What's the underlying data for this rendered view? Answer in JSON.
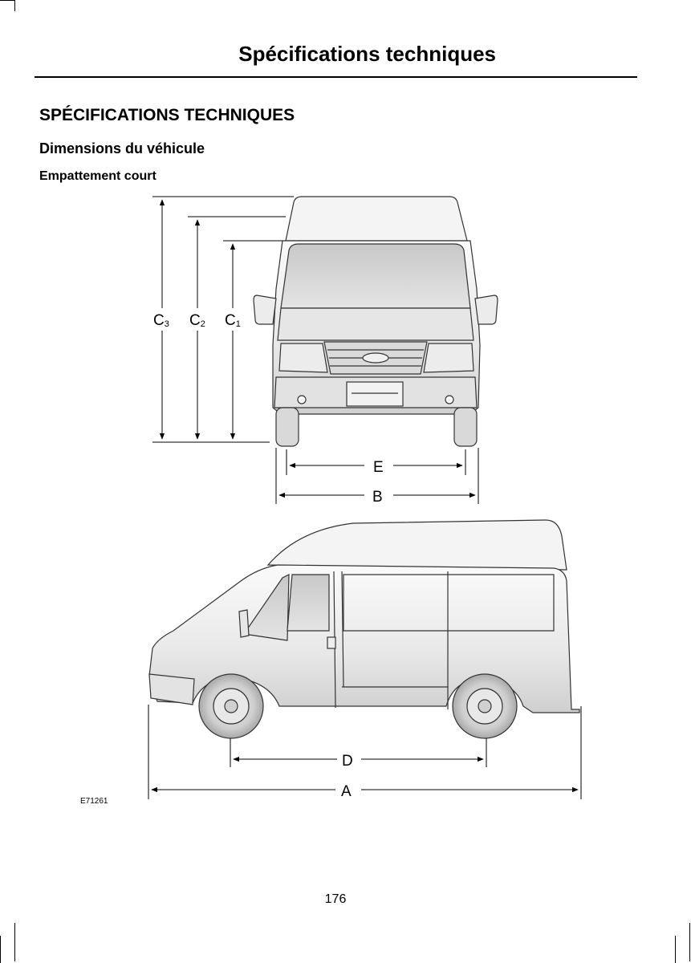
{
  "header": {
    "title": "Spécifications techniques"
  },
  "section": {
    "title": "SPÉCIFICATIONS TECHNIQUES",
    "subtitle": "Dimensions du véhicule",
    "subsubtitle": "Empattement court"
  },
  "figure": {
    "code": "E71261",
    "labels": {
      "c3": "C",
      "c3_sub": "3",
      "c2": "C",
      "c2_sub": "2",
      "c1": "C",
      "c1_sub": "1",
      "e": "E",
      "b": "B",
      "d": "D",
      "a": "A"
    }
  },
  "footer": {
    "page_number": "176"
  }
}
